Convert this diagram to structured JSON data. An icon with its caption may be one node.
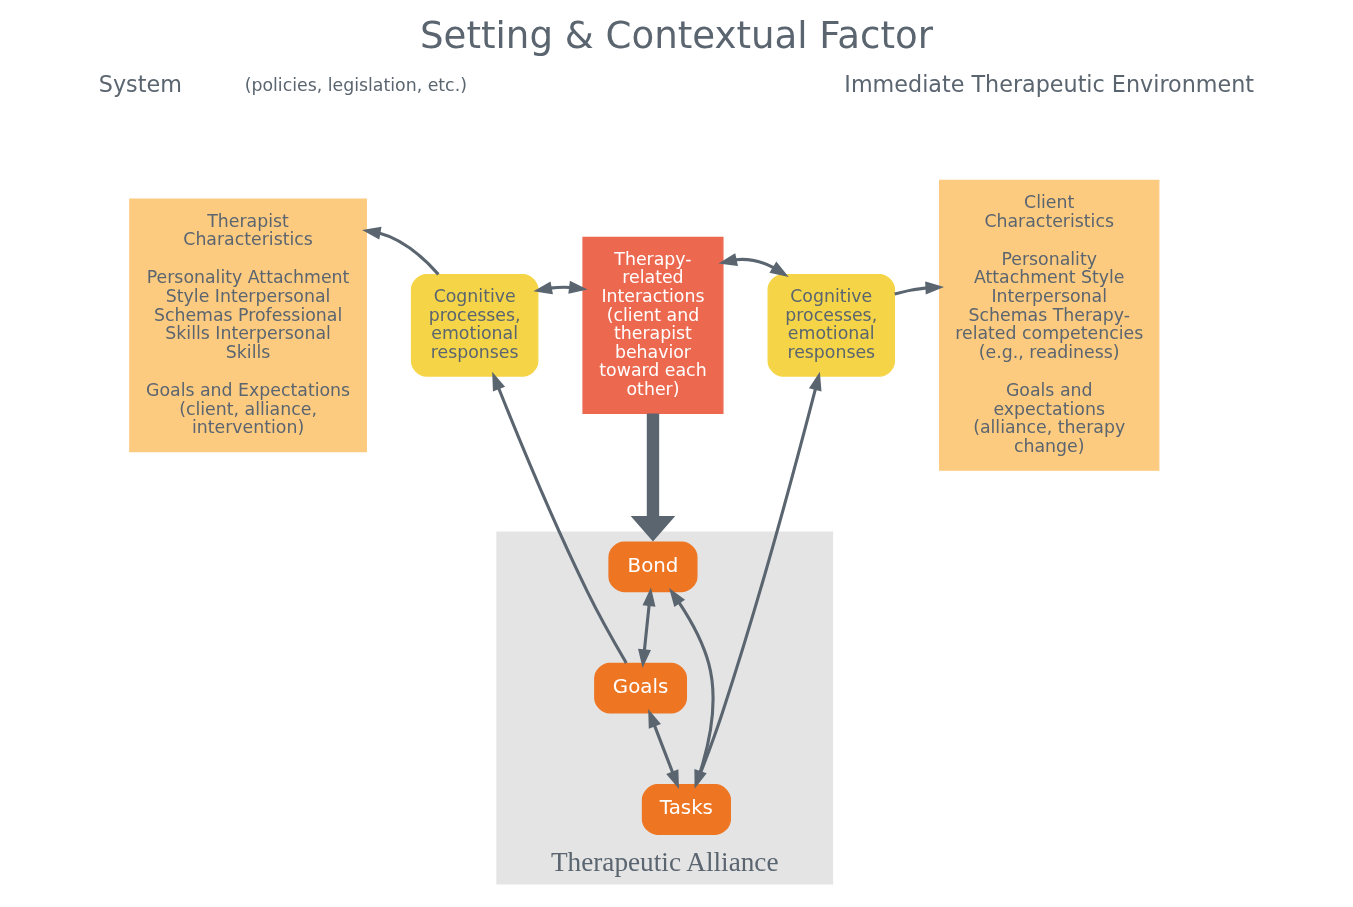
{
  "diagram": {
    "title": "Setting & Contextual Factor",
    "nodes": [
      {
        "text": [
          "Therapist Characteristics",
          "Personality Attachment Style Interpersonal Schemas Professional Skills Interpersonal Skills",
          "Goals and Expectations (client, alliance, intervention)"
        ]
      },
      {
        "text": [
          "Cognitive processes, emotional responses"
        ]
      },
      {
        "text": [
          "Therapy-related Interactions (client and therapist behavior toward each other)"
        ]
      },
      {
        "text": [
          "Cognitive processes, emotional responses"
        ]
      },
      {
        "text": [
          "Client Characteristics",
          "Personality Attachment Style Interpersonal Schemas Therapy-related competencies (e.g., readiness)",
          "Goals and expectations (alliance, therapy change)"
        ]
      },
      {
        "text": [
          "Therapeutic Alliance"
        ]
      },
      {
        "text": [
          "Bond"
        ],
        "in": 5
      },
      {
        "text": [
          "Goals"
        ],
        "in": 5
      },
      {
        "text": [
          "Tasks"
        ],
        "in": 5
      }
    ],
    "edges": [
      {
        "from": 1,
        "to": 0,
        "arrow": "to"
      },
      {
        "from": 1,
        "to": 2,
        "arrow": "both"
      },
      {
        "from": 2,
        "to": 3,
        "arrow": "both"
      },
      {
        "from": 3,
        "to": 4,
        "arrow": "to"
      },
      {
        "from": 2,
        "to": 5,
        "arrow": "to",
        "style": "thick"
      },
      {
        "from": 7,
        "to": 1,
        "arrow": "to"
      },
      {
        "from": 8,
        "to": 3,
        "arrow": "to"
      },
      {
        "from": 6,
        "to": 7,
        "arrow": "both"
      },
      {
        "from": 6,
        "to": 8,
        "arrow": "both"
      },
      {
        "from": 7,
        "to": 8,
        "arrow": "both"
      }
    ],
    "labels": [
      "System",
      "(policies, legislation, etc.)",
      "Immediate Therapeutic Environment"
    ]
  }
}
